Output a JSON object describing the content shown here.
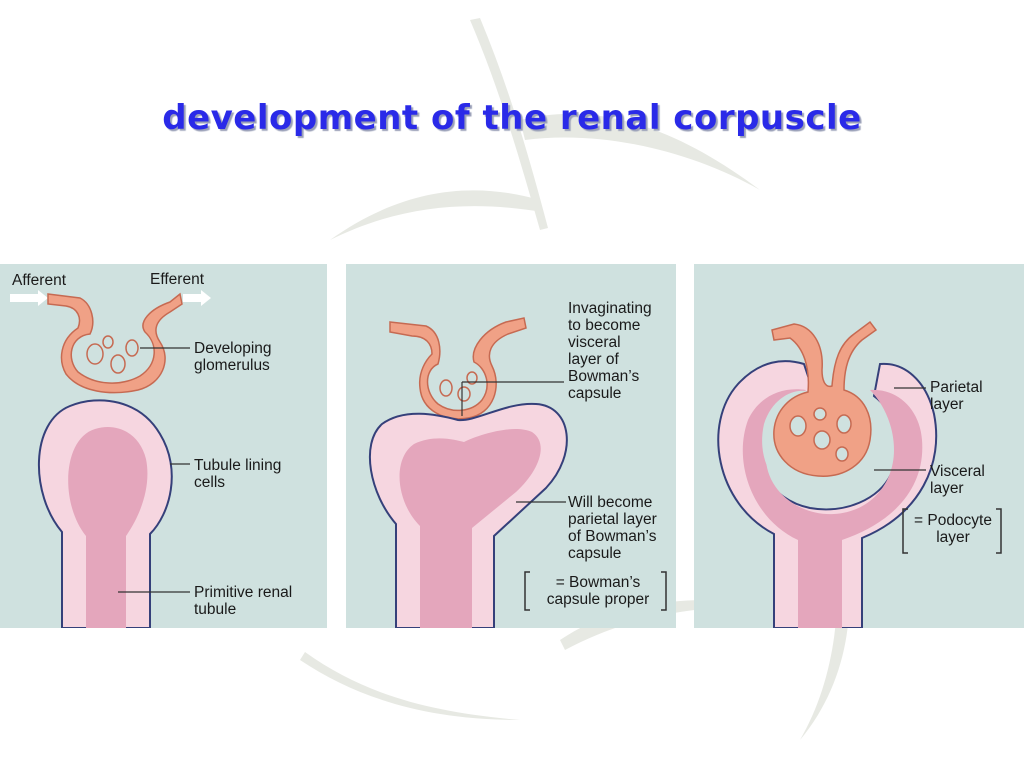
{
  "slide": {
    "title": "development of the renal corpuscle"
  },
  "panels": [
    {
      "labels": {
        "afferent": "Afferent",
        "efferent": "Efferent",
        "glomerulus": "Developing\nglomerulus",
        "lining": "Tubule lining\ncells",
        "tubule": "Primitive renal\ntubule"
      }
    },
    {
      "labels": {
        "invaginating": "Invaginating\nto become\nvisceral\nlayer of\nBowman’s\ncapsule",
        "parietal": "Will become\nparietal layer\nof Bowman’s\ncapsule",
        "bracket": "= Bowman’s\ncapsule proper"
      }
    },
    {
      "labels": {
        "parietal": "Parietal\nlayer",
        "visceral": "Visceral\nlayer",
        "bracket": "= Podocyte\nlayer"
      }
    }
  ],
  "colors": {
    "panel_bg": "#cfe1df",
    "tubule_outer": "#f6d6e0",
    "tubule_inner": "#e4a6bc",
    "outline": "#35407a",
    "vessel": "#f0a186",
    "vessel_dark": "#c66a52",
    "title": "#2a2ae8"
  }
}
